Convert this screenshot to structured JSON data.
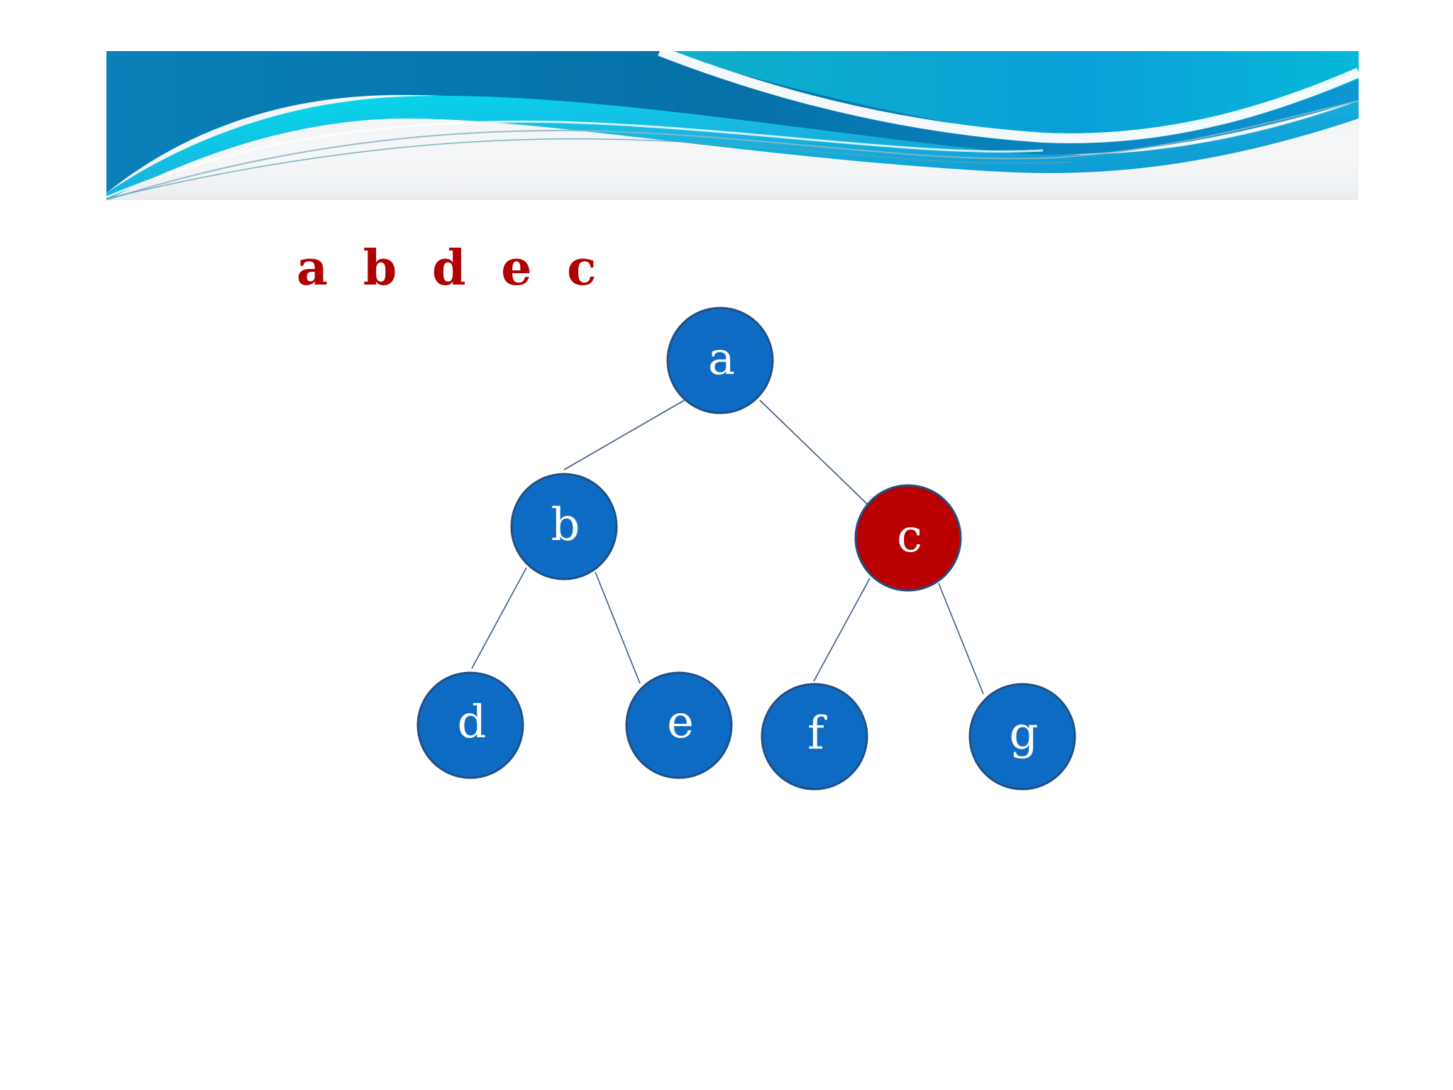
{
  "sequence": [
    "a",
    "b",
    "d",
    "e",
    "c"
  ],
  "colors": {
    "node_fill": "#0e6bc4",
    "highlight_fill": "#b80000",
    "sequence_text": "#b00000",
    "edge": "#3a5a80"
  },
  "tree": {
    "nodes": [
      {
        "id": "a",
        "label": "a",
        "highlighted": false
      },
      {
        "id": "b",
        "label": "b",
        "highlighted": false
      },
      {
        "id": "c",
        "label": "c",
        "highlighted": true
      },
      {
        "id": "d",
        "label": "d",
        "highlighted": false
      },
      {
        "id": "e",
        "label": "e",
        "highlighted": false
      },
      {
        "id": "f",
        "label": "f",
        "highlighted": false
      },
      {
        "id": "g",
        "label": "g",
        "highlighted": false
      }
    ],
    "edges": [
      [
        "a",
        "b"
      ],
      [
        "a",
        "c"
      ],
      [
        "b",
        "d"
      ],
      [
        "b",
        "e"
      ],
      [
        "c",
        "f"
      ],
      [
        "c",
        "g"
      ]
    ]
  }
}
